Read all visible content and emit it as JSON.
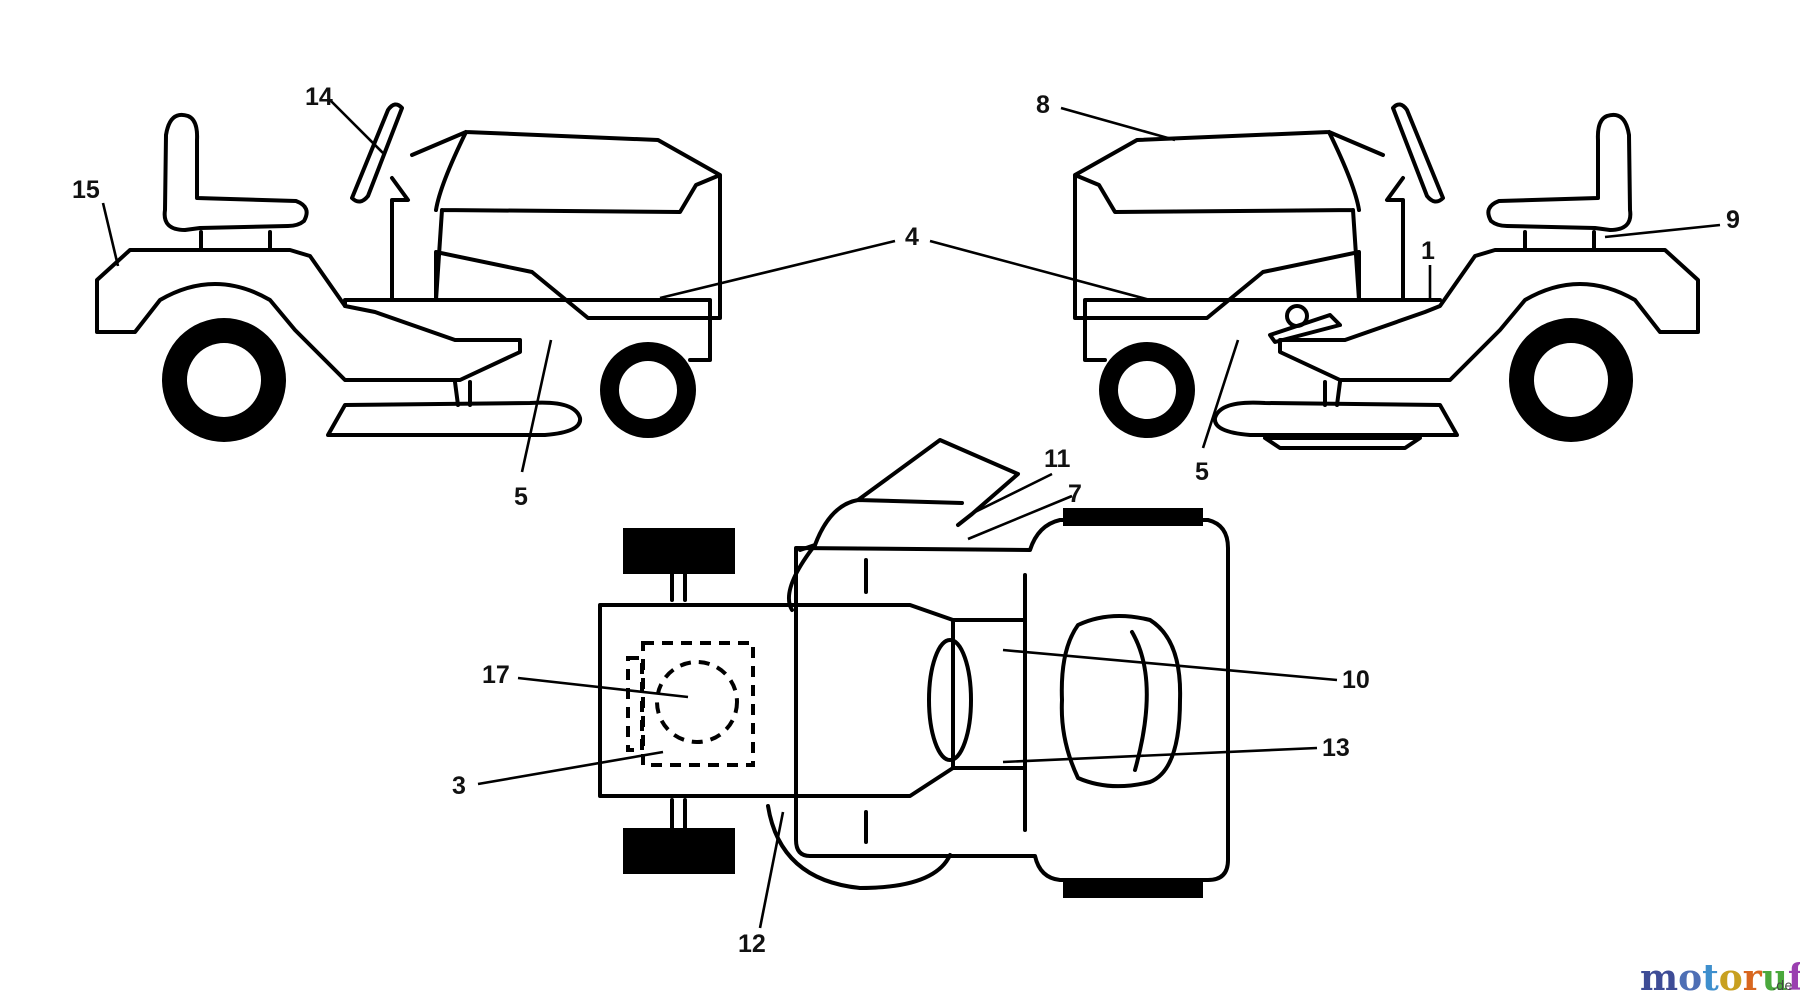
{
  "callouts": [
    "1",
    "3",
    "4",
    "5",
    "5",
    "7",
    "8",
    "9",
    "10",
    "11",
    "12",
    "13",
    "14",
    "15",
    "17"
  ],
  "watermark": {
    "letters": [
      "m",
      "o",
      "t",
      "o",
      "r",
      "u",
      "f"
    ],
    "suffix": ".de",
    "letter_colors": [
      "#3e4c96",
      "#4e6fb5",
      "#3e8fcd",
      "#c8a020",
      "#d8661e",
      "#4aa83c",
      "#9a3fb0"
    ]
  }
}
